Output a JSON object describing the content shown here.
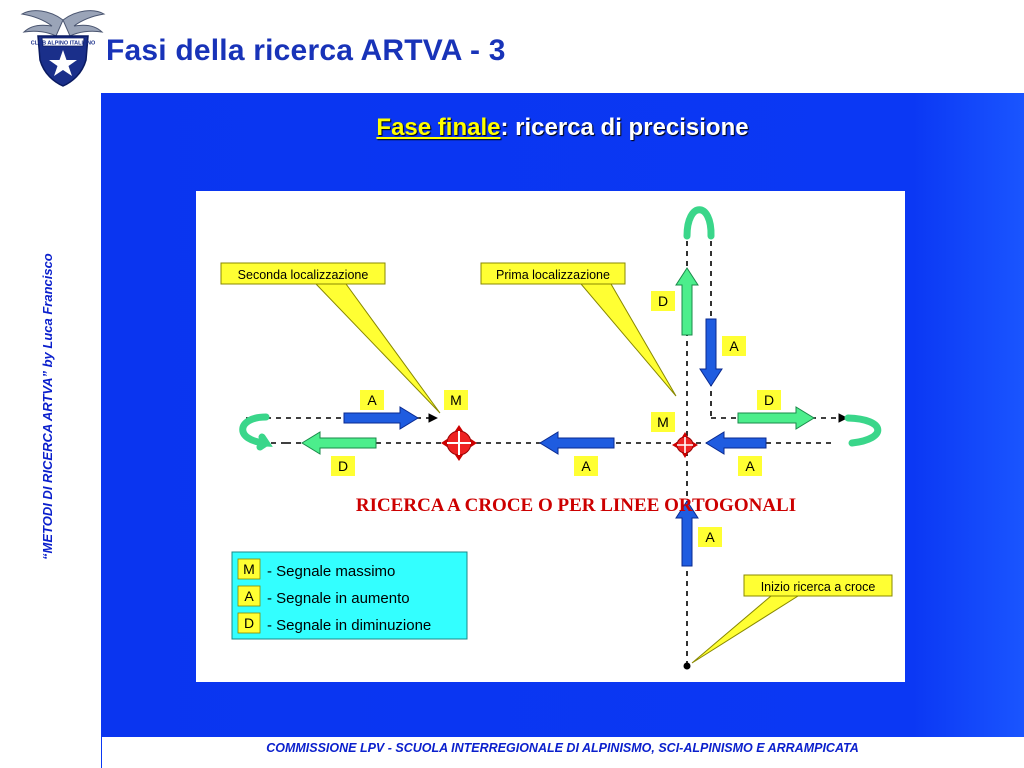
{
  "title": "Fasi della ricerca ARTVA - 3",
  "side_caption": "“METODI DI RICERCA ARTVA” by Luca Francisco",
  "footer": "COMMISSIONE LPV - SCUOLA INTERREGIONALE DI ALPINISMO, SCI-ALPINISMO E ARRAMPICATA",
  "heading": {
    "emphasis": "Fase finale",
    "rest": ": ricerca di precisione"
  },
  "logo": {
    "text": "CLUB ALPINO ITALIANO"
  },
  "diagram": {
    "callouts": [
      "Seconda localizzazione",
      "Prima localizzazione",
      "Inizio ricerca a croce"
    ],
    "method_title": "RICERCA A CROCE O PER LINEE ORTOGONALI",
    "legend": [
      {
        "code": "M",
        "text": "- Segnale massimo"
      },
      {
        "code": "A",
        "text": "- Segnale in aumento"
      },
      {
        "code": "D",
        "text": "- Segnale in diminuzione"
      }
    ],
    "labels": {
      "a": "A",
      "d": "D",
      "m": "M"
    }
  },
  "colors": {
    "panel_blue": "#0b38f4",
    "title_blue": "#1833b8",
    "label_yellow": "#ffff00",
    "legend_cyan": "#33ffff",
    "arrow_blue": "#1f5ce0",
    "arrow_green": "#4cee8c",
    "method_red": "#cc0000"
  }
}
